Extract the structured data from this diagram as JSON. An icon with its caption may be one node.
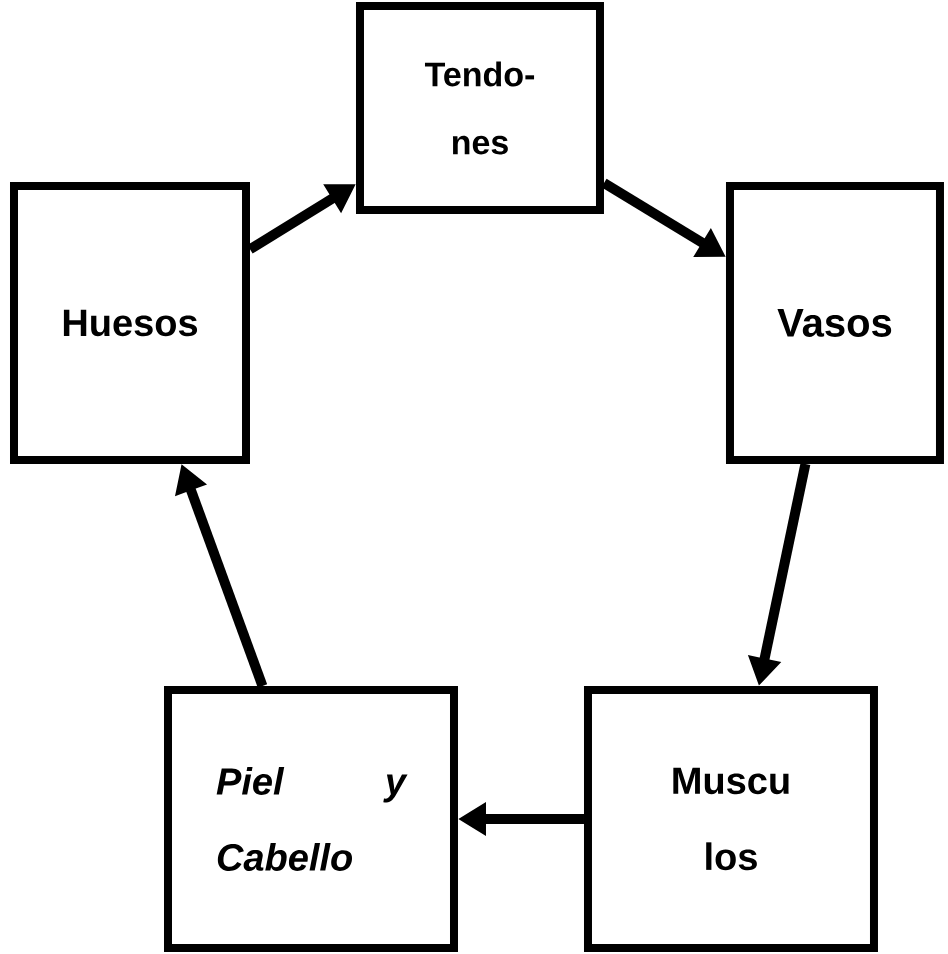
{
  "diagram": {
    "nodes": [
      {
        "text": [
          "Tendo- nes"
        ]
      },
      {
        "text": [
          "Vasos"
        ]
      },
      {
        "text": [
          "Muscu los"
        ]
      },
      {
        "text": [
          "Piel y Cabello"
        ]
      },
      {
        "text": [
          "Huesos"
        ]
      }
    ],
    "edges": [
      {
        "from": 4,
        "to": 0,
        "arrow": "to"
      },
      {
        "from": 0,
        "to": 1,
        "arrow": "to"
      },
      {
        "from": 1,
        "to": 2,
        "arrow": "to"
      },
      {
        "from": 2,
        "to": 3,
        "arrow": "to"
      },
      {
        "from": 3,
        "to": 4,
        "arrow": "to"
      }
    ]
  }
}
